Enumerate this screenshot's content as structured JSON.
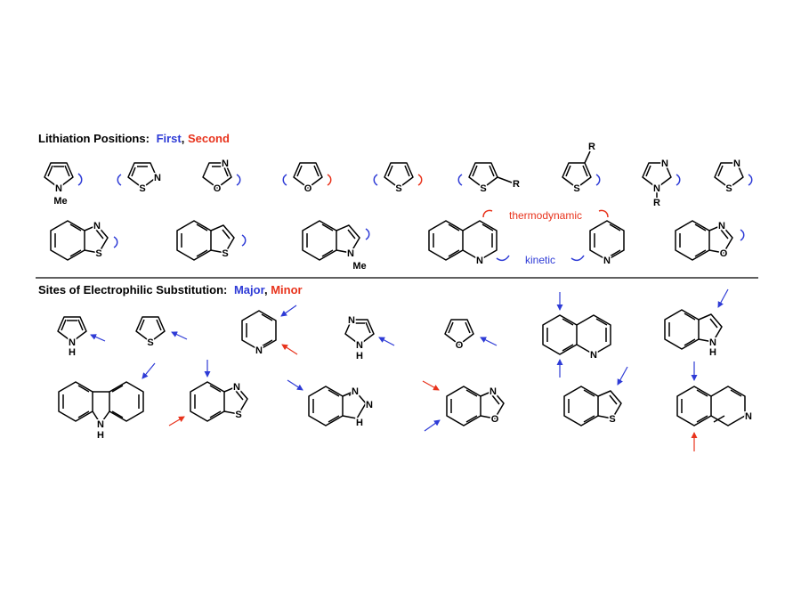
{
  "colors": {
    "blue": "#2e3bd6",
    "red": "#e8331c",
    "ink": "#000000"
  },
  "lithiation": {
    "title": "Lithiation Positions:",
    "first": "First",
    "comma": ",",
    "second": "Second",
    "thermodynamic": "thermodynamic",
    "kinetic": "kinetic"
  },
  "electrophilic": {
    "title": "Sites of Electrophilic Substitution:",
    "major": "Major",
    "comma": ",",
    "minor": "Minor"
  },
  "atom_labels": {
    "pyrrole_n": "N",
    "pyrrole_me": "Me",
    "isothiazole_s": "S",
    "isothiazole_n": "N",
    "oxazole_o": "O",
    "oxazole_n": "N",
    "furan_o": "O",
    "thiophene_s": "S",
    "thiophene2r_s": "S",
    "thiophene2r_r": "R",
    "thiophene3r_s": "S",
    "thiophene3r_r": "R",
    "imidazole_n3": "N",
    "imidazole_n1": "N",
    "imidazole_r": "R",
    "thiazole_n": "N",
    "thiazole_s": "S",
    "benzothiazole_n": "N",
    "benzothiazole_s": "S",
    "benzothiophene_s": "S",
    "nmeindole_n": "N",
    "nmeindole_me": "Me",
    "quinoline_n": "N",
    "pyridine_n": "N",
    "benzoxazole_n": "N",
    "benzoxazole_o": "O",
    "e_pyrrole_n": "N",
    "e_pyrrole_h": "H",
    "e_thiophene_s": "S",
    "e_pyridine_n": "N",
    "e_imidazole_n": "N",
    "e_imidazole_nh": "N",
    "e_imidazole_h": "H",
    "e_furan_o": "O",
    "e_quinoline_n": "N",
    "e_indole_n": "N",
    "e_indole_h": "H",
    "e_carbazole_n": "N",
    "e_carbazole_h": "H",
    "e_benzothiazole_n": "N",
    "e_benzothiazole_s": "S",
    "e_indazole_n2": "N",
    "e_indazole_n1": "N",
    "e_indazole_h": "H",
    "e_benzoxazole_n": "N",
    "e_benzoxazole_o": "O",
    "e_benzothiophene_s": "S",
    "e_isoquinoline_n": "N"
  }
}
